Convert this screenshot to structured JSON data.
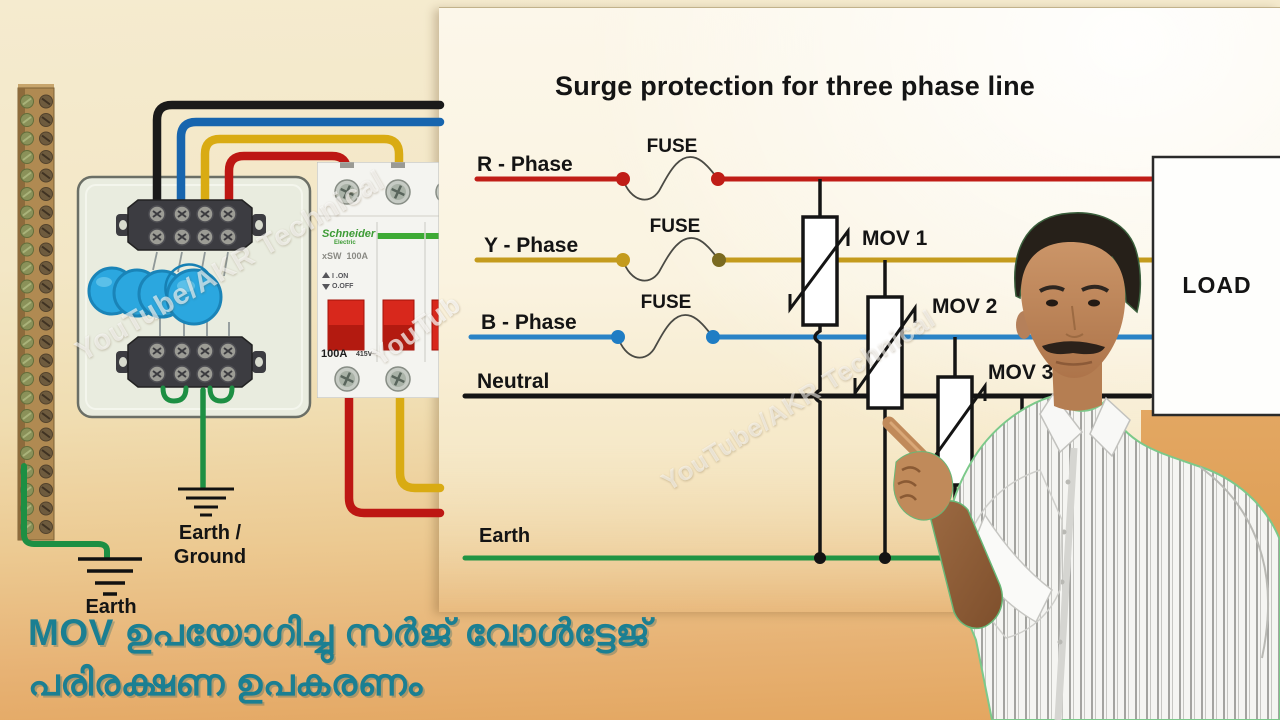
{
  "title": "Surge protection for three phase line",
  "watermarks": {
    "full": "YouTube/AKR Technical",
    "partial": "YouTub"
  },
  "caption": {
    "line1": "MOV ഉപയോഗിച്ചു സർജ് വോൾട്ടേജ്",
    "line2": "പരിരക്ഷണ ഉപകരണം"
  },
  "diagram": {
    "fuse": "FUSE",
    "phases": {
      "r": "R - Phase",
      "y": "Y - Phase",
      "b": "B - Phase",
      "neutral": "Neutral",
      "earth": "Earth"
    },
    "movs": {
      "m1": "MOV 1",
      "m2": "MOV 2",
      "m3": "MOV 3"
    },
    "load": "LOAD",
    "colors": {
      "r_phase": "#c01d17",
      "y_phase": "#c49b1d",
      "b_phase": "#2a83c6",
      "neutral": "#141414",
      "earth": "#219444"
    }
  },
  "panel": {
    "earth_bottom": "Earth",
    "earth_ground_line1": "Earth /",
    "earth_ground_line2": "Ground",
    "breaker": {
      "brand": "Schneider",
      "brand_sub": "Electric",
      "model": "xSW  100A",
      "on_label": "I .ON",
      "off_label": "O.OFF",
      "amps": "100A",
      "volts": "415V~"
    },
    "mov_disc_color": "#2ba7df"
  }
}
